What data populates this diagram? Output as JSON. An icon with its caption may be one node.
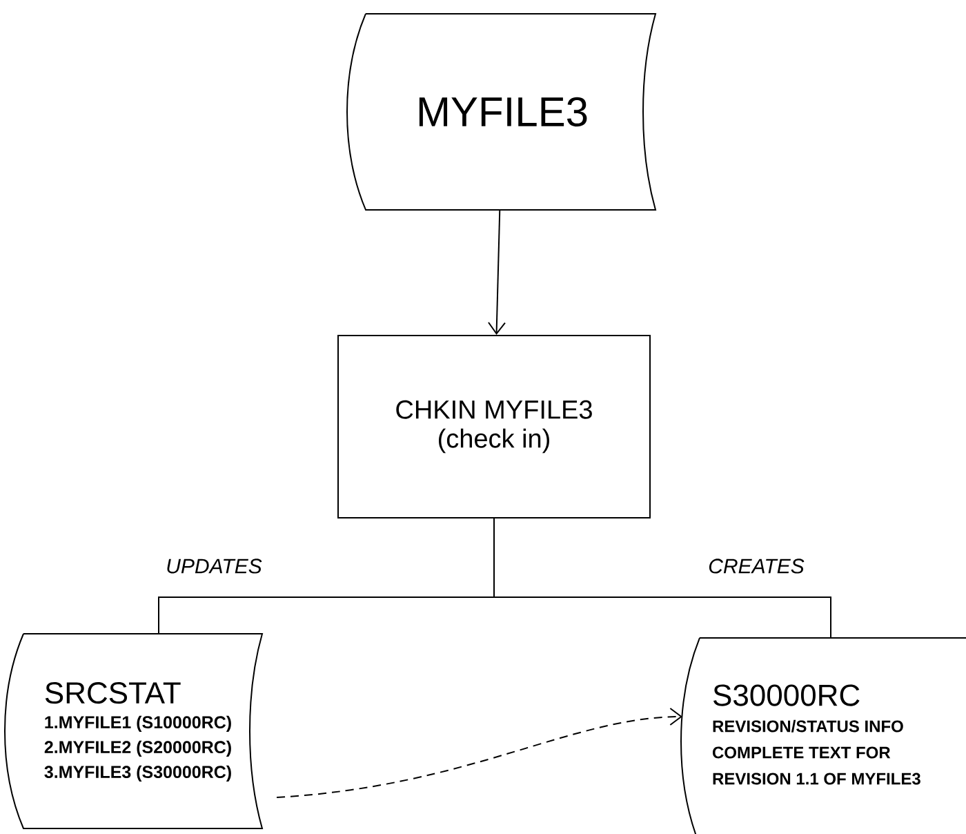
{
  "diagram": {
    "nodes": [
      {
        "text": [
          "MYFILE3"
        ]
      },
      {
        "text": [
          "CHKIN  MYFILE3",
          "(check in)"
        ]
      },
      {
        "text": [
          "SRCSTAT",
          "1.MYFILE1 (S10000RC)",
          "2.MYFILE2 (S20000RC)",
          "3.MYFILE3 (S30000RC)"
        ]
      },
      {
        "text": [
          "S30000RC",
          "REVISION/STATUS INFO COMPLETE TEXT FOR REVISION 1.1 OF MYFILE3"
        ]
      }
    ],
    "edges": [
      {
        "from": 0,
        "to": 1,
        "arrow": "to"
      },
      {
        "from": 1,
        "to": 2,
        "arrow": "none",
        "label": "UPDATES"
      },
      {
        "from": 1,
        "to": 3,
        "arrow": "none",
        "label": "CREATES"
      },
      {
        "from": 2,
        "to": 3,
        "arrow": "to",
        "style": "dashed"
      }
    ]
  }
}
